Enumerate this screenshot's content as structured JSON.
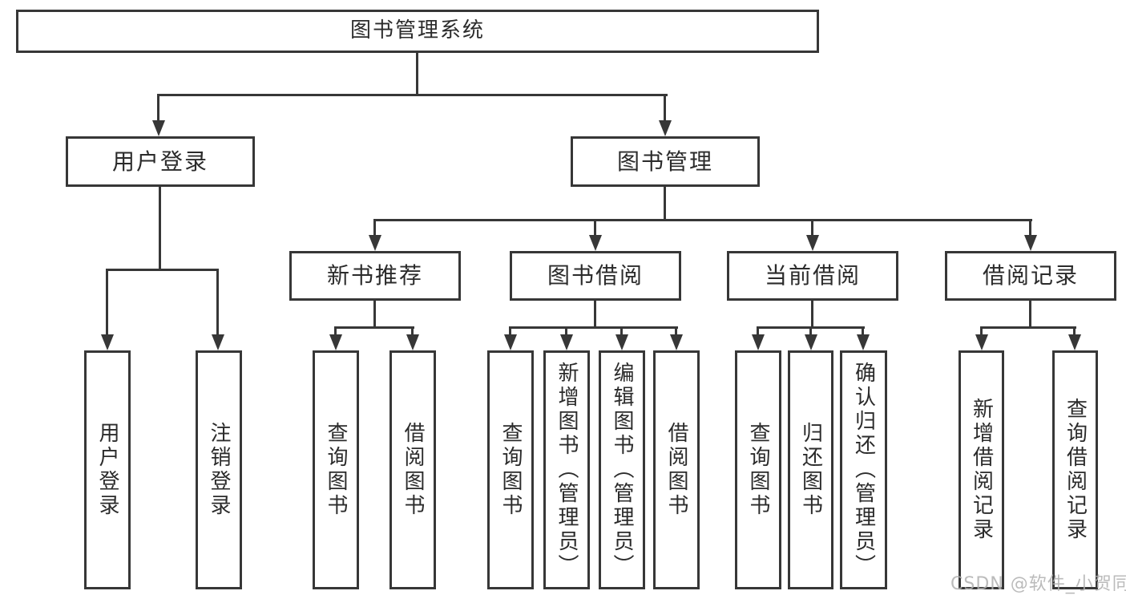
{
  "tree": {
    "label": "图书管理系统",
    "children": [
      {
        "label": "用户登录",
        "children": [
          {
            "label": "用户登录"
          },
          {
            "label": "注销登录"
          }
        ]
      },
      {
        "label": "图书管理",
        "children": [
          {
            "label": "新书推荐",
            "children": [
              {
                "label": "查询图书"
              },
              {
                "label": "借阅图书"
              }
            ]
          },
          {
            "label": "图书借阅",
            "children": [
              {
                "label": "查询图书"
              },
              {
                "label": "新增图书（管理员）"
              },
              {
                "label": "编辑图书（管理员）"
              },
              {
                "label": "借阅图书"
              }
            ]
          },
          {
            "label": "当前借阅",
            "children": [
              {
                "label": "查询图书"
              },
              {
                "label": "归还图书"
              },
              {
                "label": "确认归还（管理员）"
              }
            ]
          },
          {
            "label": "借阅记录",
            "children": [
              {
                "label": "新增借阅记录"
              },
              {
                "label": "查询借阅记录"
              }
            ]
          }
        ]
      }
    ]
  },
  "watermark": {
    "text": "CSDN @软件_小贺同学"
  },
  "colors": {
    "line": "#373737",
    "box_border": "#373737",
    "text": "#2b2b2b",
    "watermark": "#b0b0b0",
    "background": "#ffffff"
  }
}
